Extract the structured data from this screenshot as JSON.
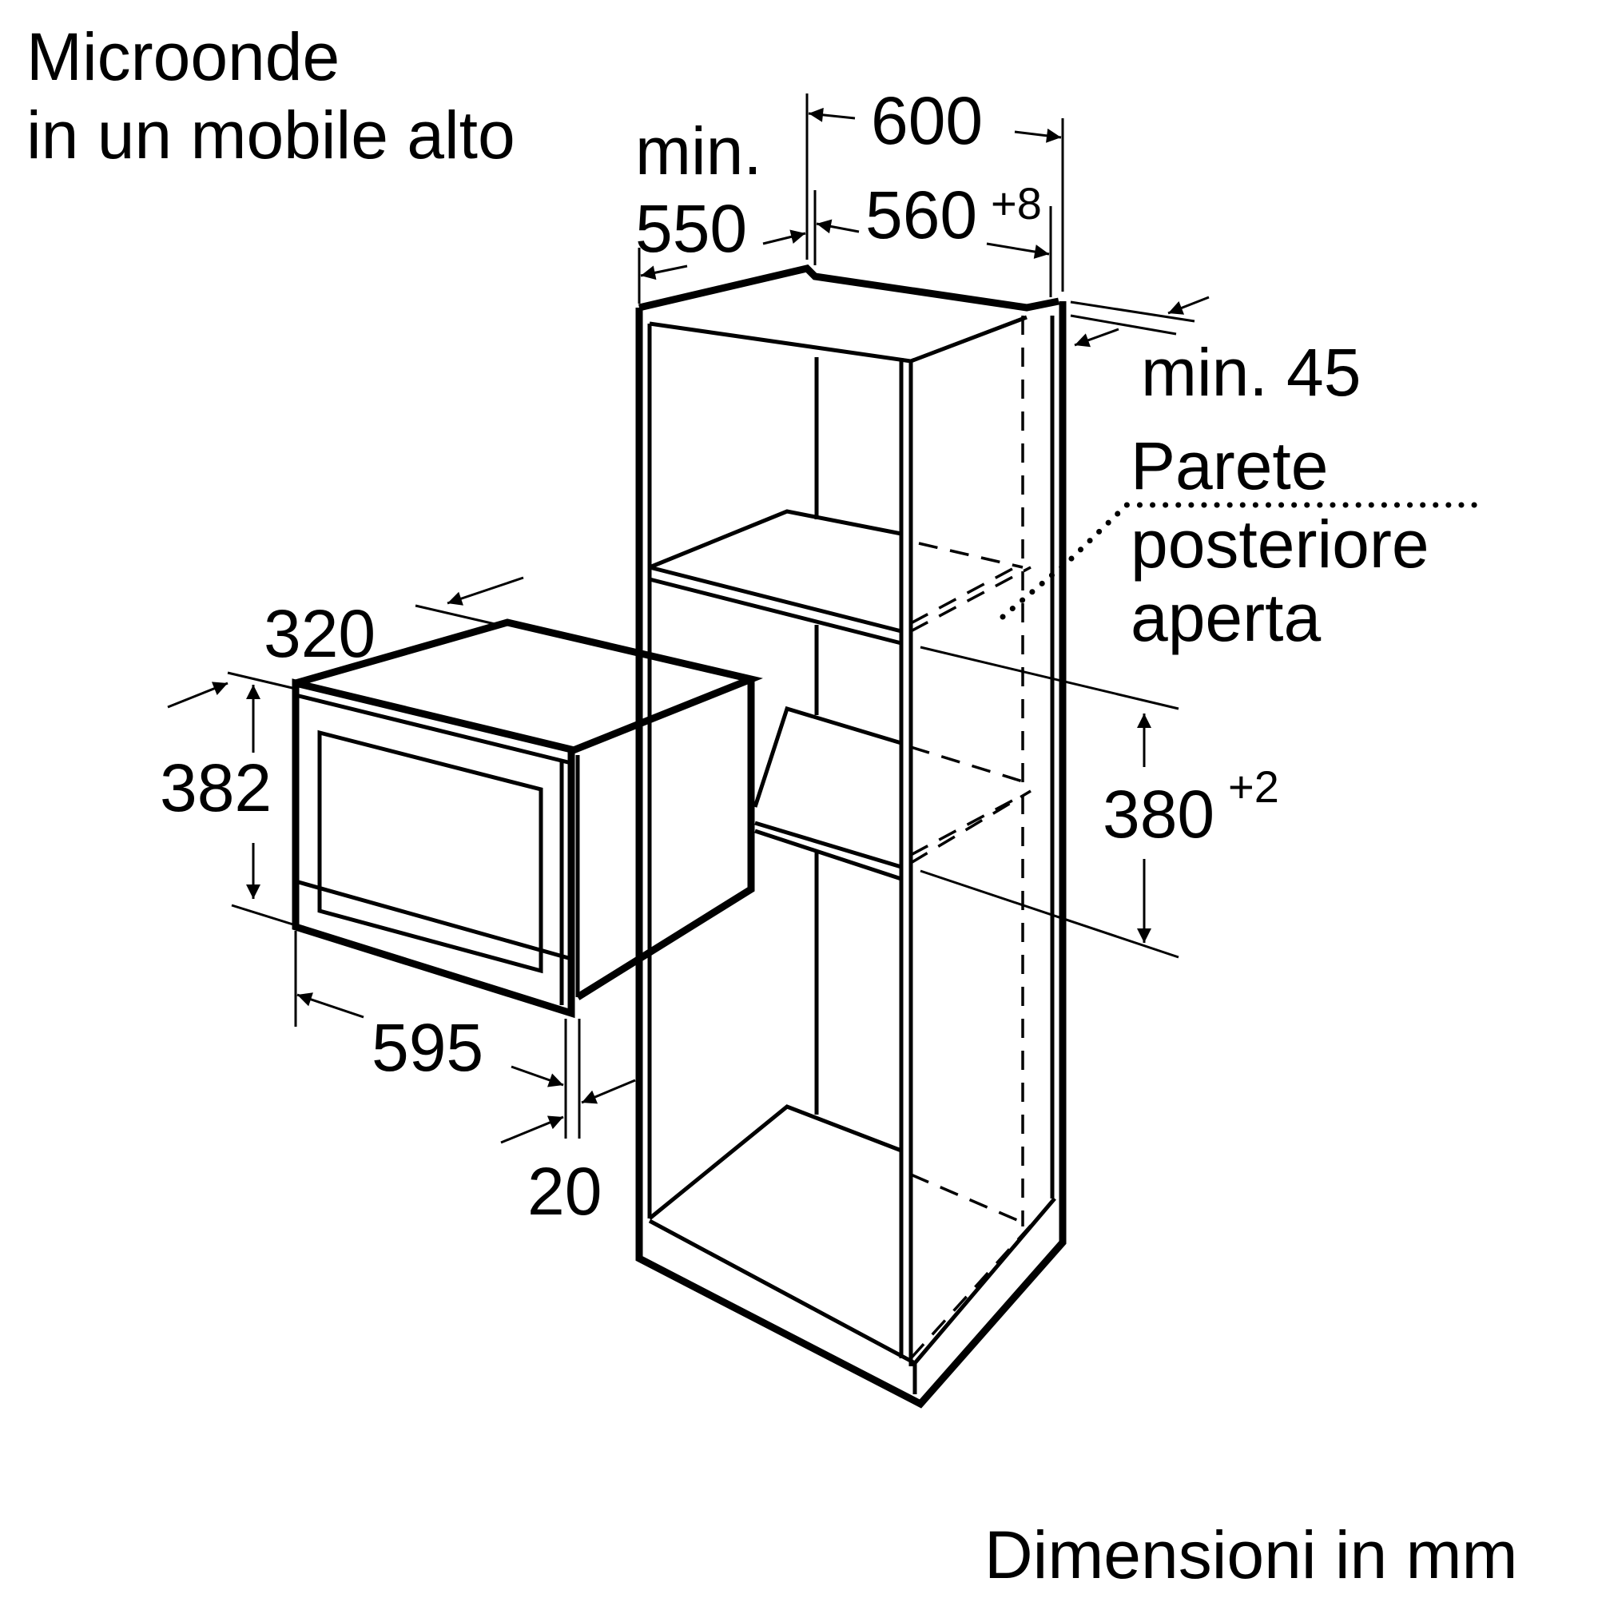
{
  "title": {
    "line1": "Microonde",
    "line2": "in un mobile alto"
  },
  "dimensions": {
    "cabinet_width_outer": "600",
    "cabinet_width_inner": "560",
    "cabinet_width_inner_tol": "+8",
    "cabinet_depth_label": "min.",
    "cabinet_depth_value": "550",
    "rear_gap": "min. 45",
    "niche_height": "380",
    "niche_height_tol": "+2",
    "appliance_depth": "320",
    "appliance_height": "382",
    "appliance_width": "595",
    "front_projection": "20"
  },
  "rear_wall": {
    "line1": "Parete",
    "line2": "posteriore",
    "line3": "aperta"
  },
  "units_note": "Dimensioni in mm"
}
